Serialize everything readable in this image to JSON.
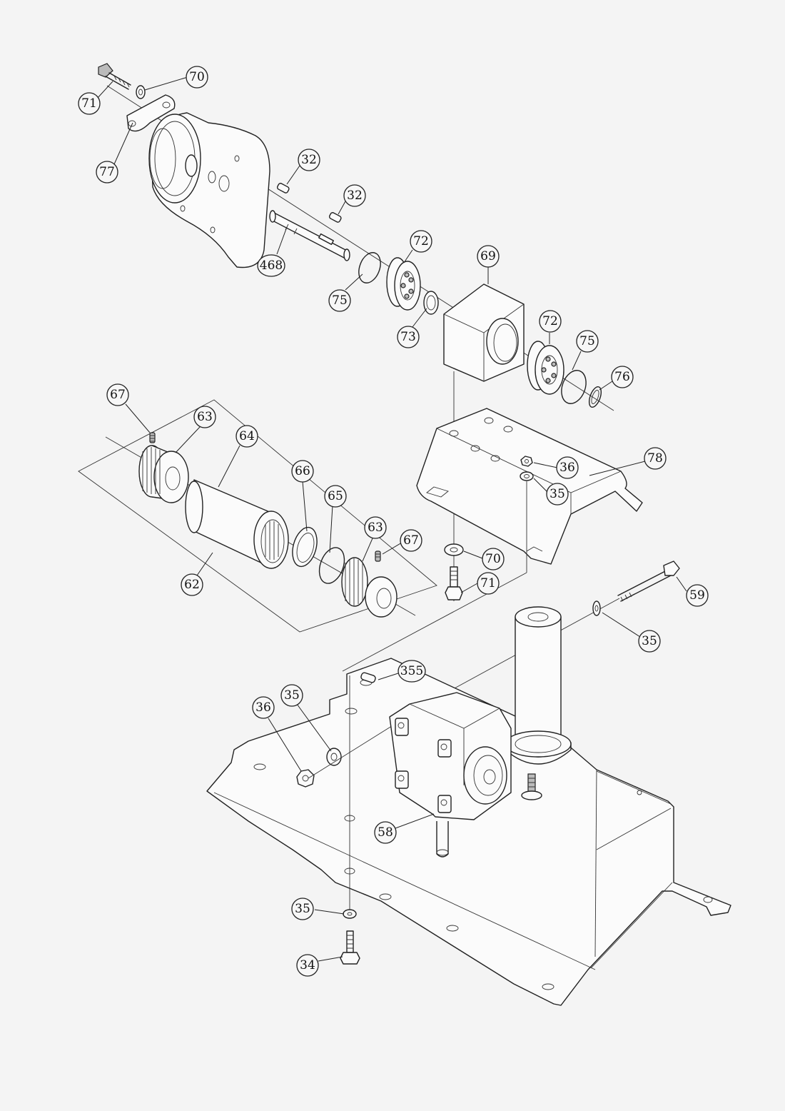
{
  "callouts": [
    "71",
    "70",
    "77",
    "32",
    "32",
    "468",
    "72",
    "75",
    "69",
    "73",
    "72",
    "75",
    "76",
    "67",
    "63",
    "64",
    "66",
    "65",
    "63",
    "67",
    "62",
    "36",
    "35",
    "78",
    "70",
    "71",
    "59",
    "35",
    "355",
    "35",
    "36",
    "58",
    "35",
    "34"
  ]
}
